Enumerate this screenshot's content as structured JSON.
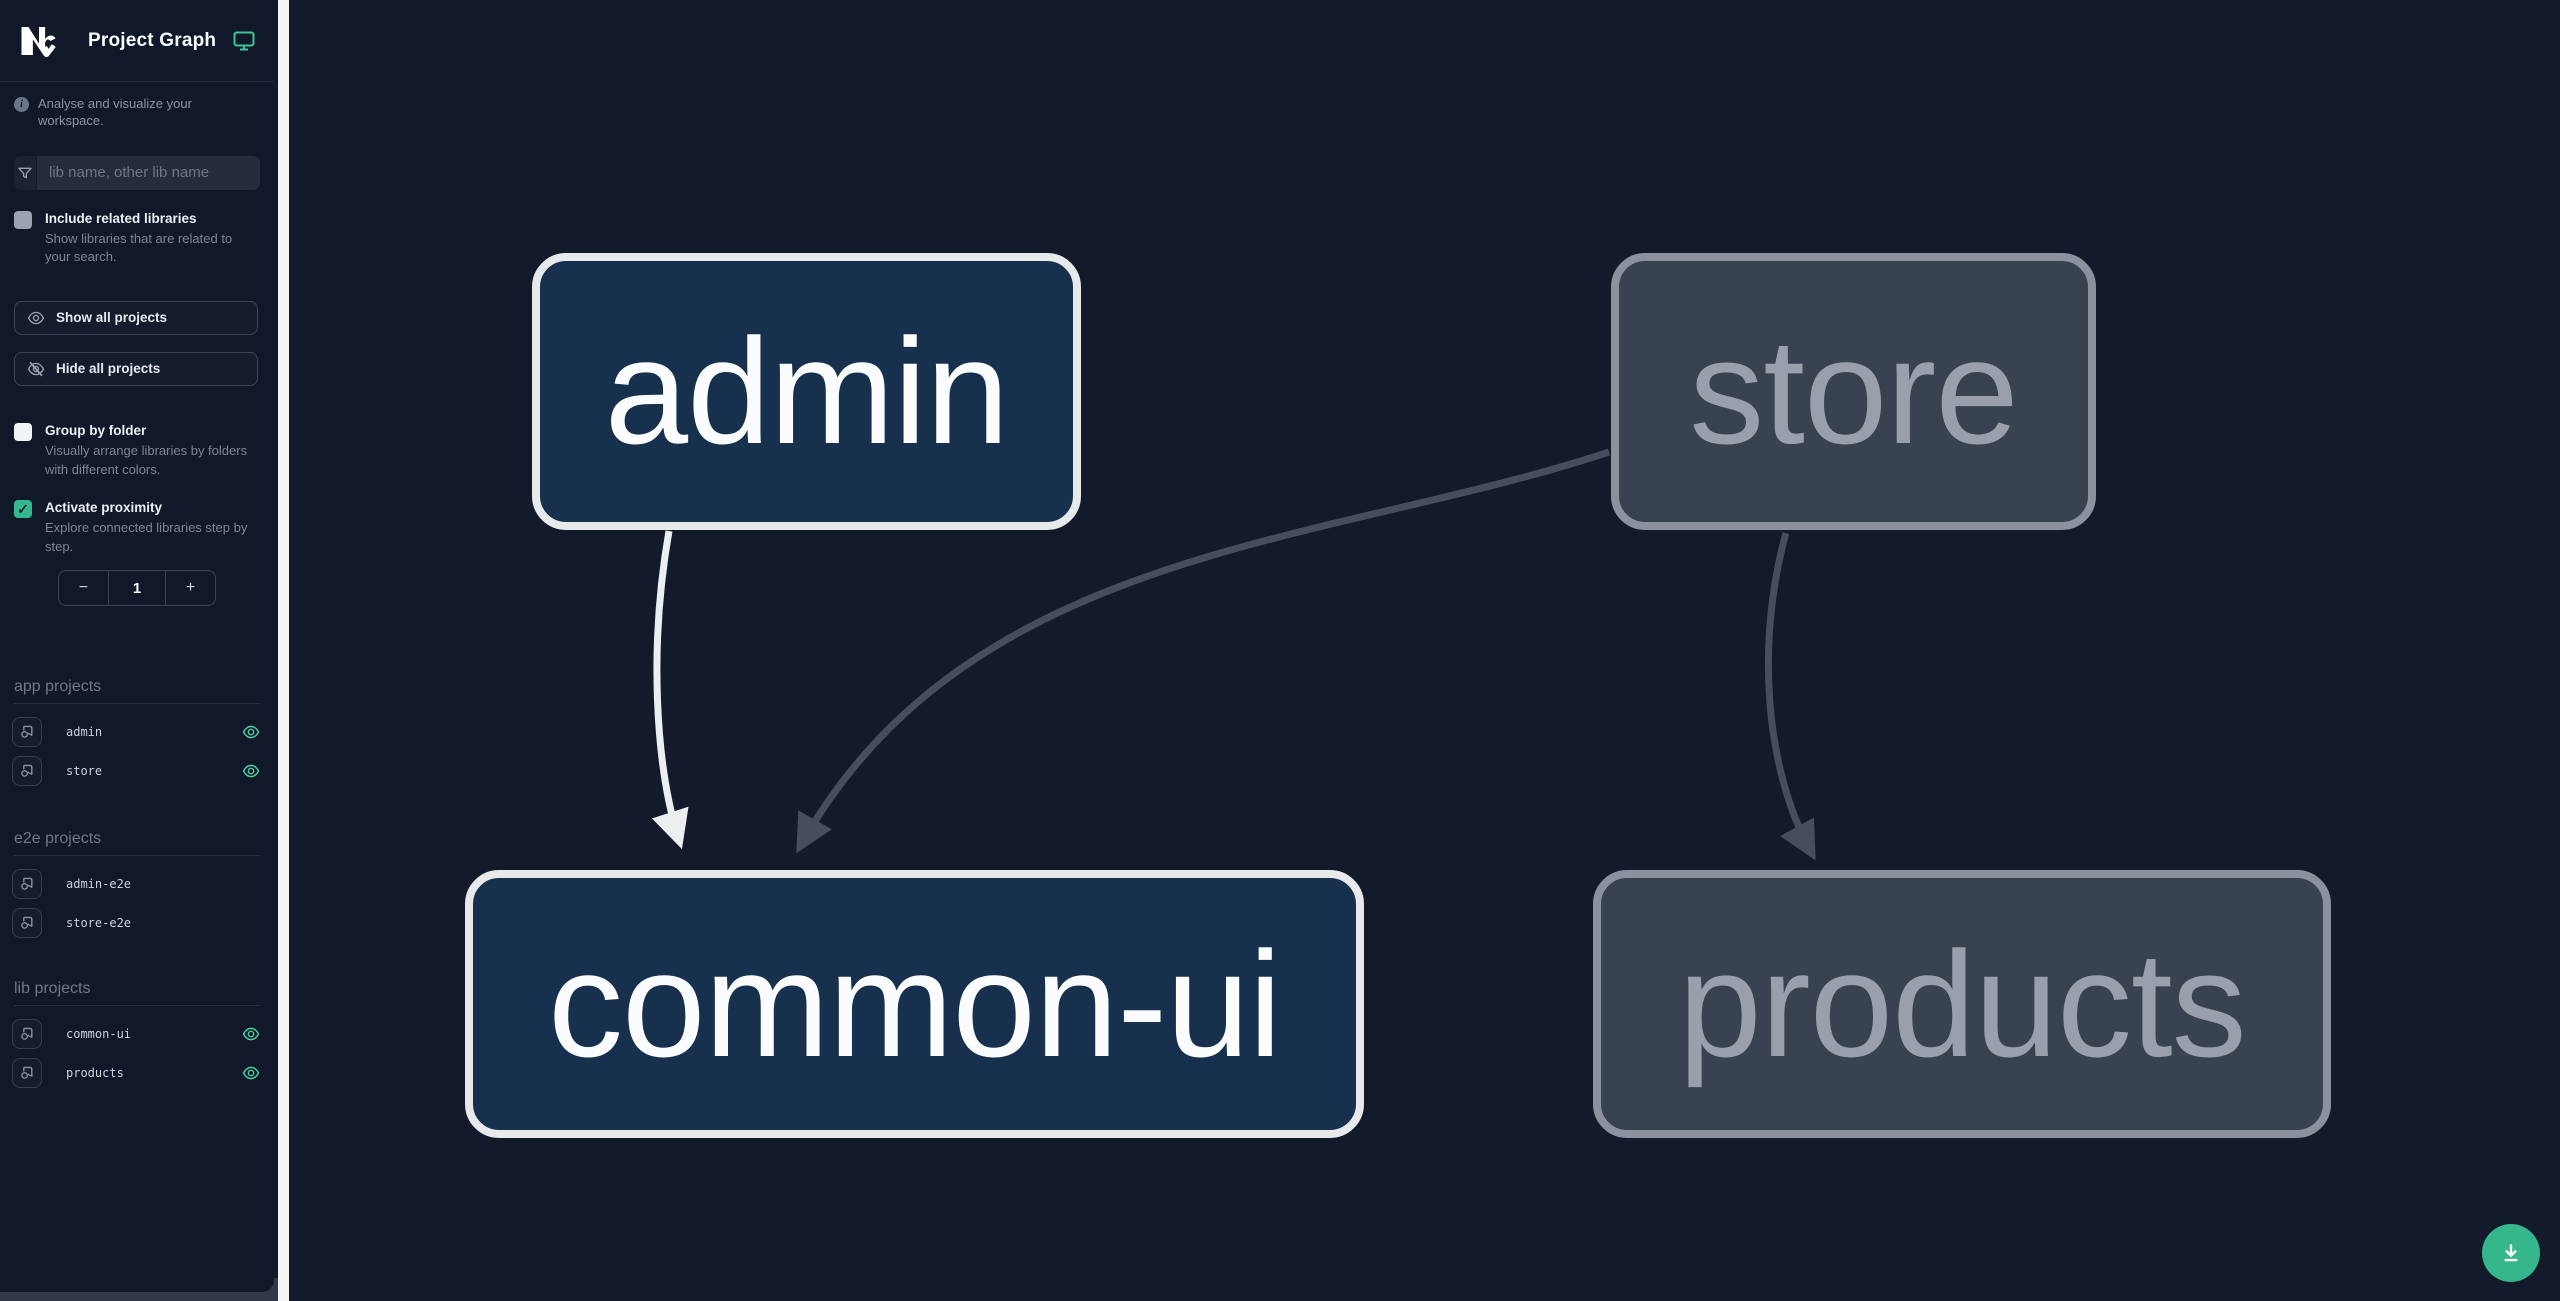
{
  "header": {
    "title": "Project Graph",
    "logo": "nx-logo",
    "screen_icon": "monitor-icon"
  },
  "info": {
    "text": "Analyse and visualize your workspace."
  },
  "search": {
    "placeholder": "lib name, other lib name",
    "value": ""
  },
  "filters": {
    "include_related": {
      "label": "Include related libraries",
      "description": "Show libraries that are related to your search.",
      "checked": false
    },
    "group_by_folder": {
      "label": "Group by folder",
      "description": "Visually arrange libraries by folders with different colors.",
      "checked": false
    },
    "activate_proximity": {
      "label": "Activate proximity",
      "description": "Explore connected libraries step by step.",
      "checked": true,
      "checkmark": "✓"
    }
  },
  "actions": {
    "show_all": "Show all projects",
    "hide_all": "Hide all projects"
  },
  "proximity_stepper": {
    "decrement": "−",
    "value": "1",
    "increment": "+"
  },
  "sections": [
    {
      "heading": "app projects",
      "items": [
        {
          "label": "admin",
          "eye_visible": true
        },
        {
          "label": "store",
          "eye_visible": true
        }
      ]
    },
    {
      "heading": "e2e projects",
      "items": [
        {
          "label": "admin-e2e",
          "eye_visible": false
        },
        {
          "label": "store-e2e",
          "eye_visible": false
        }
      ]
    },
    {
      "heading": "lib projects",
      "items": [
        {
          "label": "common-ui",
          "eye_visible": true
        },
        {
          "label": "products",
          "eye_visible": true
        }
      ]
    }
  ],
  "graph": {
    "nodes": [
      {
        "id": "admin",
        "label": "admin",
        "state": "focused"
      },
      {
        "id": "store",
        "label": "store",
        "state": "dimmed"
      },
      {
        "id": "common-ui",
        "label": "common-ui",
        "state": "focused"
      },
      {
        "id": "products",
        "label": "products",
        "state": "dimmed"
      }
    ],
    "edges": [
      {
        "source": "admin",
        "target": "common-ui",
        "state": "highlighted"
      },
      {
        "source": "store",
        "target": "common-ui",
        "state": "dimmed"
      },
      {
        "source": "store",
        "target": "products",
        "state": "dimmed"
      }
    ]
  },
  "fab": {
    "icon": "download-icon"
  },
  "colors": {
    "accent_teal": "#35b68b",
    "eye_green": "#4bd19d",
    "node_focused_fill": "#16304e",
    "node_focused_border": "#e7e9eb",
    "node_dimmed_fill": "#394251",
    "node_dimmed_border": "#8b919d",
    "edge_highlighted": "#eceef0",
    "edge_dimmed": "#454d5e",
    "sidebar_bg": "#101829",
    "canvas_bg": "#131a2b"
  }
}
